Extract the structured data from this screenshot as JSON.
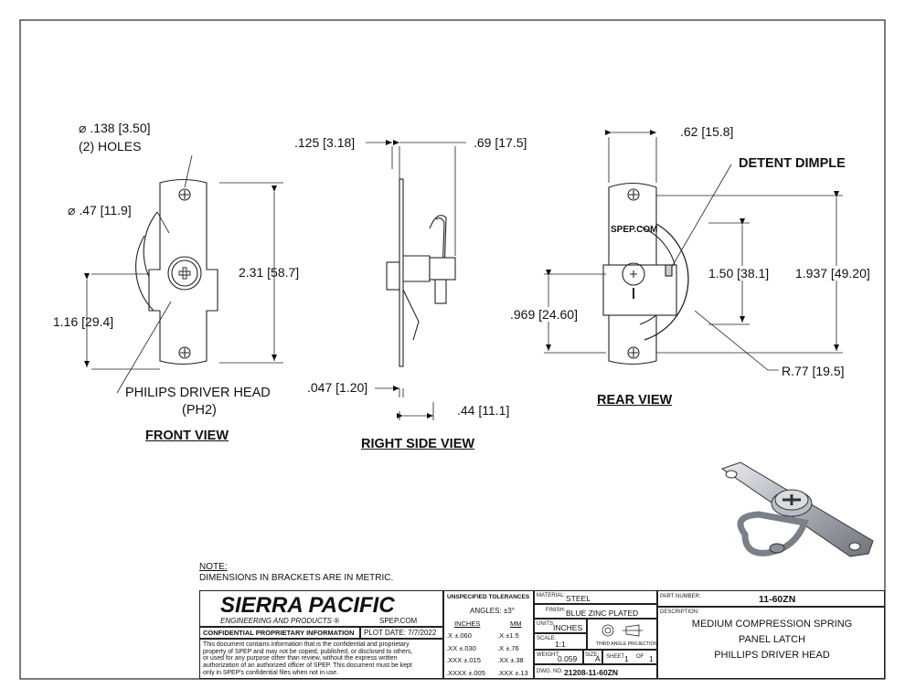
{
  "views": {
    "front": {
      "title": "FRONT VIEW"
    },
    "side": {
      "title": "RIGHT SIDE VIEW"
    },
    "rear": {
      "title": "REAR VIEW"
    }
  },
  "front_dims": {
    "hole": ".138",
    "hole_mm": "3.50",
    "holes_note": "(2) HOLES",
    "dia": ".47",
    "dia_mm": "11.9",
    "height": "2.31",
    "height_mm": "58.7",
    "lower": "1.16",
    "lower_mm": "29.4",
    "head_note": "PHILIPS DRIVER HEAD",
    "head_note2": "(PH2)"
  },
  "side_dims": {
    "a": ".125",
    "a_mm": "3.18",
    "b": ".69",
    "b_mm": "17.5",
    "c": ".047",
    "c_mm": "1.20",
    "d": ".44",
    "d_mm": "11.1"
  },
  "rear_dims": {
    "top": ".62",
    "top_mm": "15.8",
    "detent": "DETENT DIMPLE",
    "logo": "SPEP.COM",
    "mid": "1.50",
    "mid_mm": "38.1",
    "overall": "1.937",
    "overall_mm": "49.20",
    "left": ".969",
    "left_mm": "24.60",
    "radius": "R.77 [19.5]"
  },
  "note": {
    "title": "NOTE:",
    "text": "DIMENSIONS IN BRACKETS ARE IN METRIC."
  },
  "title_block": {
    "company": "SIERRA PACIFIC",
    "company_sub": "ENGINEERING AND PRODUCTS",
    "website": "SPEP.COM",
    "confidential_title": "CONFIDENTIAL PROPRIETARY INFORMATION",
    "plot_label": "PLOT DATE:",
    "plot_date": "7/7/2022",
    "confidential_text": [
      "This document contains information that is the confidential and proprietary",
      "property of SPEP and may not be copied, published, or disclosed to others,",
      "or used for any purpose  other than review, without the express written",
      "authorization of an authorized officer of SPEP. This document must be kept",
      "only in SPEP's confidential files when not in use."
    ],
    "tol_title": "UNSPECIFIED TOLERANCES",
    "angles": "ANGLES: ±3°",
    "inches_hdr": "INCHES",
    "mm_hdr": "MM",
    "tol_rows": [
      {
        "in_k": ".X",
        "in_v": "±.060",
        "mm_k": ".X",
        "mm_v": "±1.5"
      },
      {
        "in_k": ".XX",
        "in_v": "±.030",
        "mm_k": ".X",
        "mm_v": "±.76"
      },
      {
        "in_k": ".XXX",
        "in_v": "±.015",
        "mm_k": ".XX",
        "mm_v": "±.38"
      },
      {
        "in_k": ".XXXX",
        "in_v": "±.005",
        "mm_k": ".XXX",
        "mm_v": "±.13"
      }
    ],
    "material_label": "MATERIAL:",
    "material": "STEEL",
    "finish_label": "FINISH:",
    "finish": "BLUE ZINC PLATED",
    "units_label": "UNITS:",
    "units": "INCHES",
    "scale_label": "SCALE:",
    "scale": "1:1",
    "projection": "THIRD ANGLE PROJECTION",
    "weight_label": "WEIGHT:",
    "weight": "0.059",
    "size_label": "SIZE:",
    "size": "A",
    "sheet_label": "SHEET",
    "sheet": "1",
    "of_label": "OF",
    "of": "1",
    "dwg_label": "DWG. NO.",
    "dwg": "21208-11-60ZN",
    "part_label": "PART NUMBER:",
    "part": "11-60ZN",
    "desc_label": "DESCRIPTION:",
    "desc": [
      "MEDIUM COMPRESSION SPRING",
      "PANEL LATCH",
      "PHILLIPS DRIVER HEAD"
    ]
  }
}
